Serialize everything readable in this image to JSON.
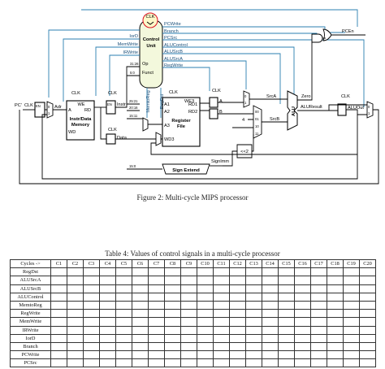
{
  "figure": {
    "caption": "Figure 2: Multi-cycle MIPS processor",
    "control_unit": {
      "title_lines": [
        "Control",
        "Unit"
      ],
      "op": "Op",
      "funct": "Funct"
    },
    "clk": "CLK",
    "left_signals": [
      "IorD",
      "MemWrite",
      "IRWrite"
    ],
    "right_signals": [
      "PCWrite",
      "Branch",
      "PCSrc",
      "ALUControl",
      "ALUSrcB",
      "ALUSrcA",
      "RegWrite"
    ],
    "vertical_signals": [
      "MemtoReg",
      "RegDst"
    ],
    "pcen": "PCEn",
    "zero": "Zero",
    "blocks": {
      "memory": [
        "Instr/Data",
        "Memory"
      ],
      "register_file": [
        "Register",
        "File"
      ],
      "sign_extend": "Sign Extend",
      "alu": "ALU",
      "shift": "<<2",
      "signimm": "SignImm"
    },
    "ports": {
      "we": "WE",
      "a": "A",
      "rd": "RD",
      "wd": "WD",
      "we3": "WE3",
      "a1": "A1",
      "a2": "A2",
      "a3": "A3",
      "wd3": "WD3",
      "rd1": "RD1",
      "rd2": "RD2",
      "en": "EN"
    },
    "labels": {
      "pc_in": "PC'",
      "pc": "PC",
      "adr": "Adr",
      "instr": "Instr",
      "data": "Data",
      "a": "A",
      "b": "B",
      "src_a": "SrcA",
      "src_b": "SrcB",
      "alu_result": "ALUResult",
      "alu_out": "ALUOut",
      "four": "4",
      "bits_31_26": "31:26",
      "bits_5_0": "5:0",
      "bits_25_21": "25:21",
      "bits_20_16": "20:16",
      "bits_15_11": "15:11",
      "bits_15_0": "15:0"
    },
    "mux_inputs": {
      "zero": "0",
      "one": "1",
      "two": "2",
      "srcb_inputs": [
        "00",
        "01",
        "10",
        "11"
      ]
    }
  },
  "table": {
    "caption": "Table 4: Values of control signals in a multi-cycle processor",
    "header": [
      "Cycles ->",
      "C1",
      "C2",
      "C3",
      "C4",
      "C5",
      "C6",
      "C7",
      "C8",
      "C9",
      "C10",
      "C11",
      "C12",
      "C13",
      "C14",
      "C15",
      "C16",
      "C17",
      "C18",
      "C19",
      "C20"
    ],
    "rows": [
      "RegDst",
      "ALUSrcA",
      "ALUSrcB",
      "ALUControl",
      "MemtoReg",
      "RegWrite",
      "MemWrite",
      "IRWrite",
      "IorD",
      "Branch",
      "PCWrite",
      "PCSrc"
    ]
  }
}
